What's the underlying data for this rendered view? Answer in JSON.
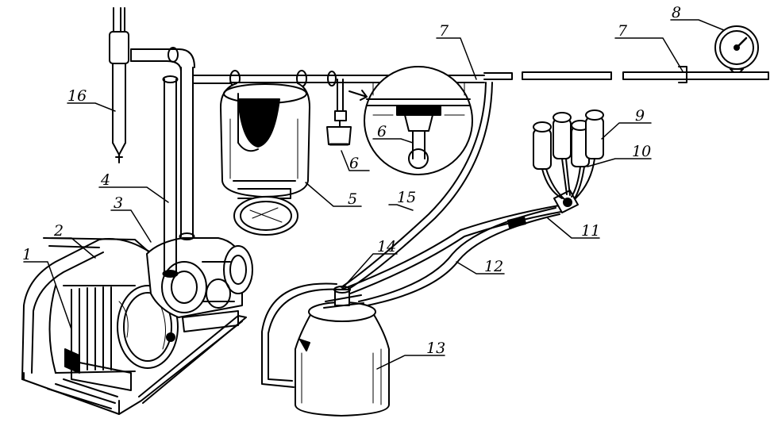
{
  "diagram": {
    "labels": {
      "motor": "1",
      "base_frame": "2",
      "vacuum_pump": "3",
      "exhaust_pipe": "4",
      "vacuum_balloon": "5",
      "regulator": "6",
      "regulator_detail": "6",
      "valve_a": "7",
      "valve_b": "7",
      "vacuum_gauge": "8",
      "teat_cups": "9",
      "collector": "10",
      "milk_hose": "11",
      "pulse_hose": "12",
      "milk_can": "13",
      "pulsator": "14",
      "vacuum_hose": "15",
      "oil_tube": "16"
    }
  }
}
